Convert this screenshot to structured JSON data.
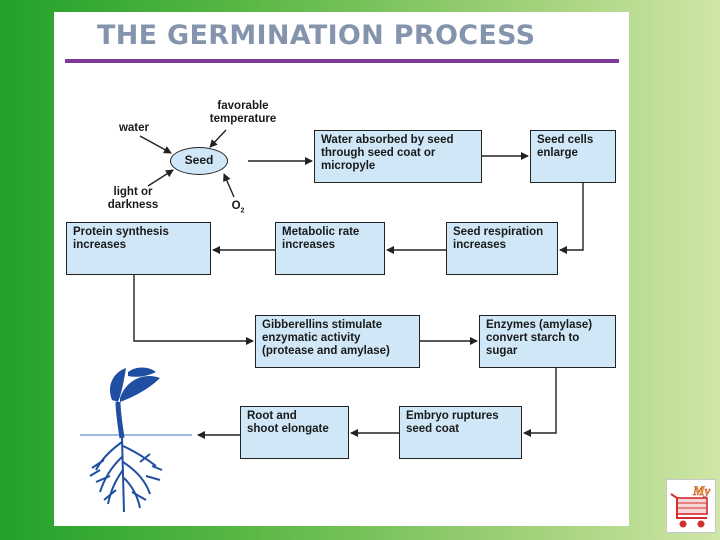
{
  "slide": {
    "title": "THE GERMINATION PROCESS"
  },
  "inputs": {
    "water": "water",
    "temperature": "favorable\ntemperature",
    "light": "light or\ndarkness",
    "oxygen": "O",
    "oxygen_sub": "2",
    "seed": "Seed"
  },
  "steps": {
    "water_absorbed": "Water absorbed by seed\nthrough seed coat or\nmicropyle",
    "cells_enlarge": "Seed cells\nenlarge",
    "respiration": "Seed respiration\nincreases",
    "metabolic": "Metabolic rate\nincreases",
    "protein": "Protein synthesis\nincreases",
    "gibberellins": "Gibberellins stimulate\nenzymatic activity\n(protease and amylase)",
    "enzymes": "Enzymes (amylase)\nconvert starch to\nsugar",
    "embryo": "Embryo ruptures\nseed coat",
    "root_shoot": "Root and\nshoot elongate"
  },
  "colors": {
    "box_fill": "#cfe7f6",
    "title": "#8494ad",
    "rule": "#7b3a96",
    "seedling": "#1f4ea3"
  },
  "logo": {
    "text": "My"
  }
}
